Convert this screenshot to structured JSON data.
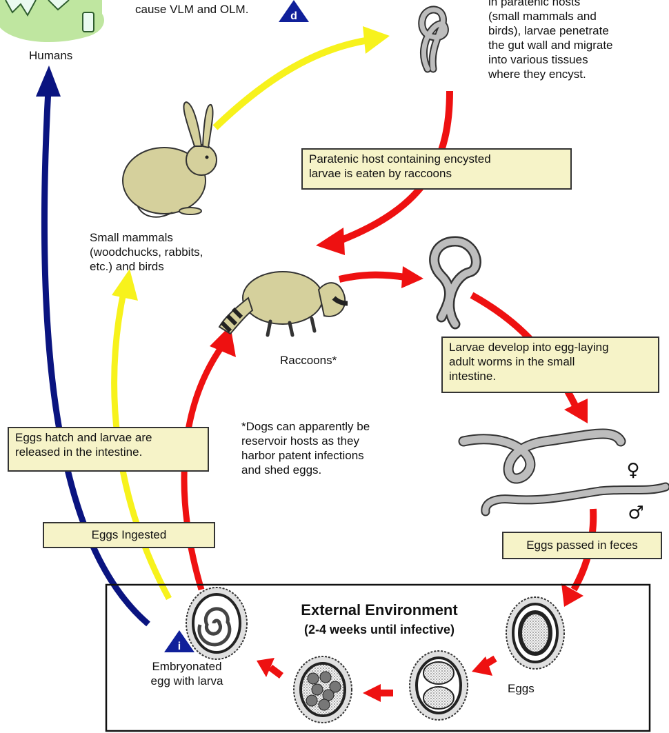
{
  "texts": {
    "vlm_olm": "cause VLM and OLM.",
    "humans": "Humans",
    "paratenic_hosts_note": "in paratenic hosts\n(small mammals and\nbirds), larvae penetrate\nthe gut wall and migrate\ninto various tissues\nwhere they encyst.",
    "small_mammals": "Small mammals\n(woodchucks, rabbits,\netc.) and birds",
    "raccoons": "Raccoons*",
    "dogs_note": "*Dogs can apparently be\nreservoir hosts as they\nharbor patent infections\nand shed eggs.",
    "embryonated": "Embryonated\negg with larva",
    "eggs": "Eggs"
  },
  "boxes": {
    "paratenic_eaten": "Paratenic host containing encysted\nlarvae is eaten by raccoons",
    "larvae_develop": "Larvae develop into egg-laying\nadult worms in the small\nintestine.",
    "eggs_hatch": "Eggs hatch and larvae are\nreleased in the intestine.",
    "eggs_ingested": "Eggs Ingested",
    "eggs_passed": "Eggs passed in feces"
  },
  "environment": {
    "title": "External Environment",
    "subtitle": "(2-4 weeks until infective)"
  },
  "badges": {
    "diagnostic": "d",
    "infective": "i"
  },
  "symbols": {
    "female": "♀",
    "male": "♂"
  },
  "colors": {
    "red_arrow": "#ee1111",
    "yellow_arrow": "#f7f21c",
    "blue_arrow": "#0a1480",
    "box_fill": "#f6f3c8",
    "animal_fill": "#d5d09c",
    "worm_fill": "#bdbdbd",
    "badge_fill": "#10209a"
  }
}
